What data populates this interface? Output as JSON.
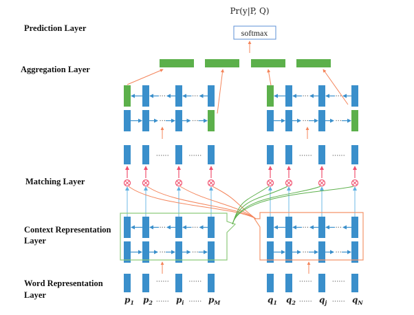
{
  "colors": {
    "blue": "#3a8fcb",
    "green": "#5cb04b",
    "orange": "#f4845a",
    "red": "#f0506e",
    "lightblue": "#86c5e8",
    "box_green": "#8cc97a",
    "box_orange": "#f4956a",
    "softmax_border": "#5b8fd6"
  },
  "layers": {
    "prediction": "Prediction Layer",
    "aggregation": "Aggregation Layer",
    "matching": "Matching Layer",
    "context_line1": "Context Representation",
    "context_line2": "Layer",
    "word_line1": "Word Representation",
    "word_line2": "Layer"
  },
  "prediction": {
    "output_label": "Pr(y|P, Q)",
    "softmax_label": "softmax"
  },
  "ellipsis": {
    "short": "···",
    "long": "······"
  },
  "passage": {
    "tokens": [
      {
        "base": "p",
        "sub": "1"
      },
      {
        "base": "p",
        "sub": "2"
      },
      {
        "base": "p",
        "sub": "i"
      },
      {
        "base": "p",
        "sub": "M"
      }
    ]
  },
  "question": {
    "tokens": [
      {
        "base": "q",
        "sub": "1"
      },
      {
        "base": "q",
        "sub": "2"
      },
      {
        "base": "q",
        "sub": "j"
      },
      {
        "base": "q",
        "sub": "N"
      }
    ]
  }
}
